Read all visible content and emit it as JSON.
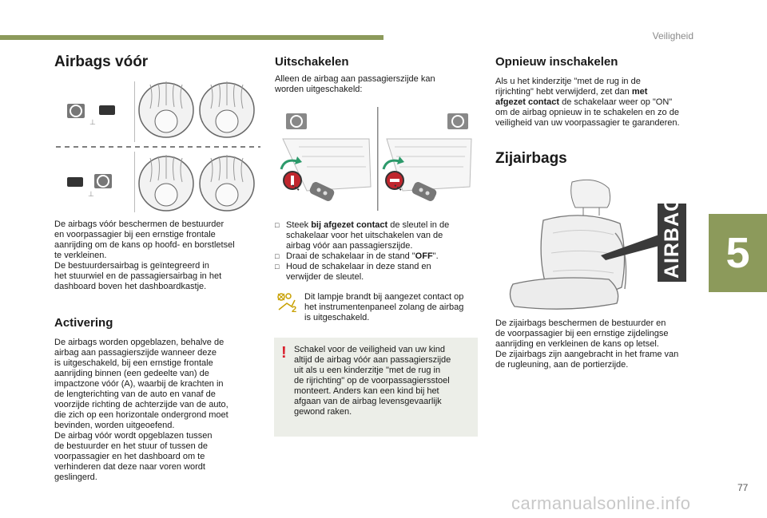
{
  "header": {
    "section": "Veiligheid"
  },
  "chapter_number": "5",
  "page_number": "77",
  "col1": {
    "title": "Airbags vóór",
    "intro": [
      "De airbags vóór beschermen de bestuurder",
      "en voorpassagier bij een ernstige frontale",
      "aanrijding om de kans op hoofd- en borstletsel",
      "te verkleinen.",
      "De bestuurdersairbag is geïntegreerd in",
      "het stuurwiel en de passagiersairbag in het",
      "dashboard boven het dashboardkastje."
    ],
    "activation_title": "Activering",
    "activation": [
      "De airbags worden opgeblazen, behalve de",
      "airbag aan passagierszijde wanneer deze",
      "is uitgeschakeld, bij een ernstige frontale",
      "aanrijding binnen (een gedeelte van) de",
      "impactzone vóór (A), waarbij de krachten in",
      "de lengterichting van de auto en vanaf de",
      "voorzijde richting de achterzijde van de auto,",
      "die zich op een horizontale ondergrond moet",
      "bevinden, worden uitgeoefend.",
      "De airbag vóór wordt opgeblazen tussen",
      "de bestuurder en het stuur of tussen de",
      "voorpassagier en het dashboard om te",
      "verhinderen dat deze naar voren wordt",
      "geslingerd."
    ]
  },
  "col2": {
    "title": "Uitschakelen",
    "intro": [
      "Alleen de airbag aan passagierszijde kan",
      "worden uitgeschakeld:"
    ],
    "steps": [
      {
        "pre": "Steek ",
        "bold": "bij afgezet contact",
        "post": " de sleutel in de",
        "cont": [
          "schakelaar voor het uitschakelen van de",
          "airbag vóór aan passagierszijde."
        ]
      },
      {
        "pre": "Draai de schakelaar in de stand \"",
        "bold": "OFF",
        "post": "\".",
        "cont": []
      },
      {
        "pre": "Houd de schakelaar in deze stand en",
        "bold": "",
        "post": "",
        "cont": [
          "verwijder de sleutel."
        ]
      }
    ],
    "lamp_note": [
      "Dit lampje brandt bij aangezet contact op",
      "het instrumentenpaneel zolang de airbag",
      "is uitgeschakeld."
    ],
    "warning": [
      "Schakel voor de veiligheid van uw kind",
      "altijd de airbag vóór aan passagierszijde",
      "uit als u een kinderzitje \"met de rug in",
      "de rijrichting\" op de voorpassagiersstoel",
      "monteert. Anders kan een kind bij het",
      "afgaan van de airbag levensgevaarlijk",
      "gewond raken."
    ]
  },
  "col3": {
    "reactivate_title": "Opnieuw inschakelen",
    "reactivate": [
      {
        "pre": "Als u het kinderzitje \"met de rug in de",
        "bold": ""
      },
      {
        "pre": "rijrichting\" hebt verwijderd, zet dan ",
        "bold": "met"
      },
      {
        "pre": "",
        "bold": "afgezet contact",
        "post": " de schakelaar weer op \"ON\""
      },
      {
        "pre": "om de airbag opnieuw in te schakelen en zo de",
        "bold": ""
      },
      {
        "pre": "veiligheid van uw voorpassagier te garanderen.",
        "bold": ""
      }
    ],
    "side_title": "Zijairbags",
    "airbag_label": "AIRBAG",
    "side_text": [
      "De zijairbags beschermen de bestuurder en",
      "de voorpassagier bij een ernstige zijdelingse",
      "aanrijding en verkleinen de kans op letsel.",
      "De zijairbags zijn aangebracht in het frame van",
      "de rugleuning, aan de portierzijde."
    ]
  },
  "watermark": "carmanualsonline.info"
}
